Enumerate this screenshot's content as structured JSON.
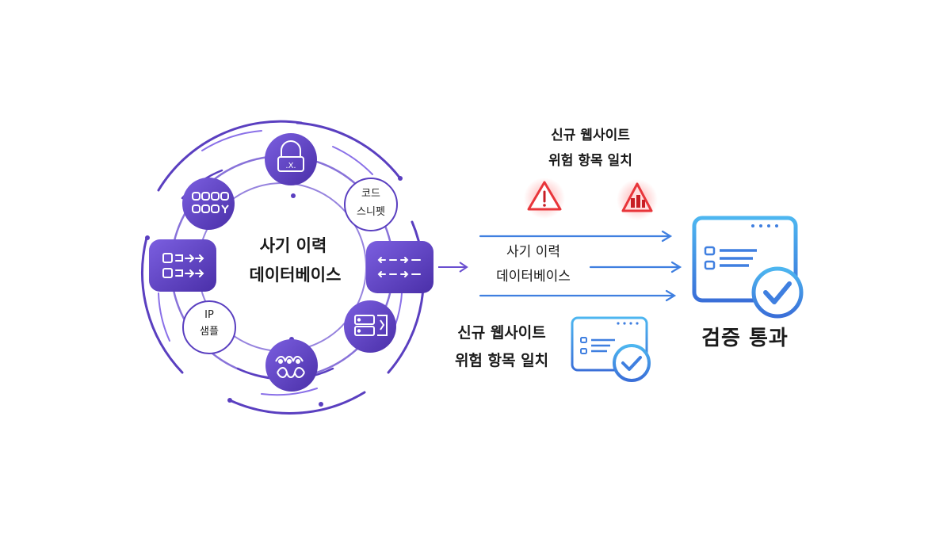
{
  "hub": {
    "title_line1": "사기 이력",
    "title_line2": "데이터베이스"
  },
  "nodes": {
    "code_snippet_line1": "코드",
    "code_snippet_line2": "스니펫",
    "ip_sample_line1": "IP",
    "ip_sample_line2": "샘플"
  },
  "middle": {
    "db_line1": "사기 이력",
    "db_line2": "데이터베이스"
  },
  "warning": {
    "line1": "신규 웹사이트",
    "line2": "위험 항목 일치"
  },
  "match": {
    "line1": "신규 웹사이트",
    "line2": "위험 항목 일치"
  },
  "result": {
    "label": "검증 통과"
  },
  "colors": {
    "purple_dark": "#4a2fa8",
    "purple_light": "#7b5fe0",
    "blue": "#3f7fe0",
    "warning_red": "#e8353a"
  },
  "icons": {
    "lock": "lock-icon",
    "chain": "chain-links-icon",
    "flow": "flow-arrows-icon",
    "list": "list-arrows-icon",
    "server": "server-icon",
    "bug": "bug-network-icon",
    "warning": "warning-triangle-icon",
    "alert": "alert-building-icon",
    "window_check": "window-check-icon"
  }
}
